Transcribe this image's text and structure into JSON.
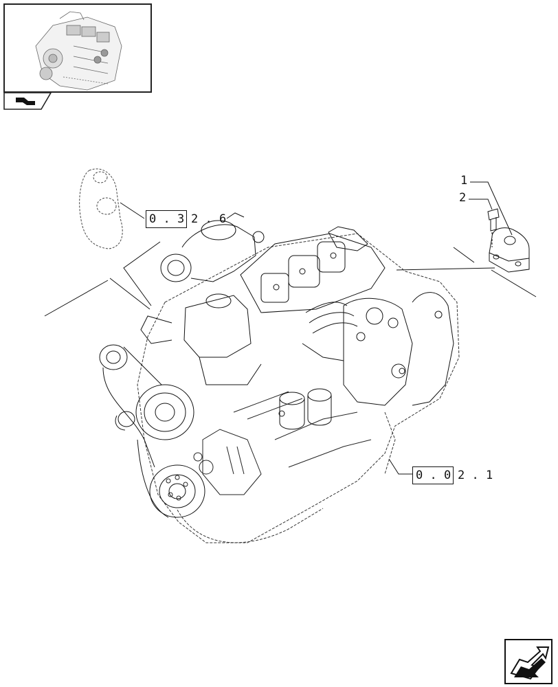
{
  "figure": {
    "thumbnail_icon": "engine-thumbnail-icon",
    "tab_icon": "page-tab-icon",
    "nav_icon": "next-page-arrow-icon"
  },
  "callouts": {
    "item_1": "1",
    "item_2": "2"
  },
  "references": {
    "ref_top": {
      "boxed": "0 . 3",
      "rest": "2 . 6"
    },
    "ref_bottom": {
      "boxed": "0 . 0",
      "rest": "2 . 1"
    }
  },
  "colors": {
    "line": "#111111",
    "dashed": "#555555",
    "background": "#ffffff"
  }
}
